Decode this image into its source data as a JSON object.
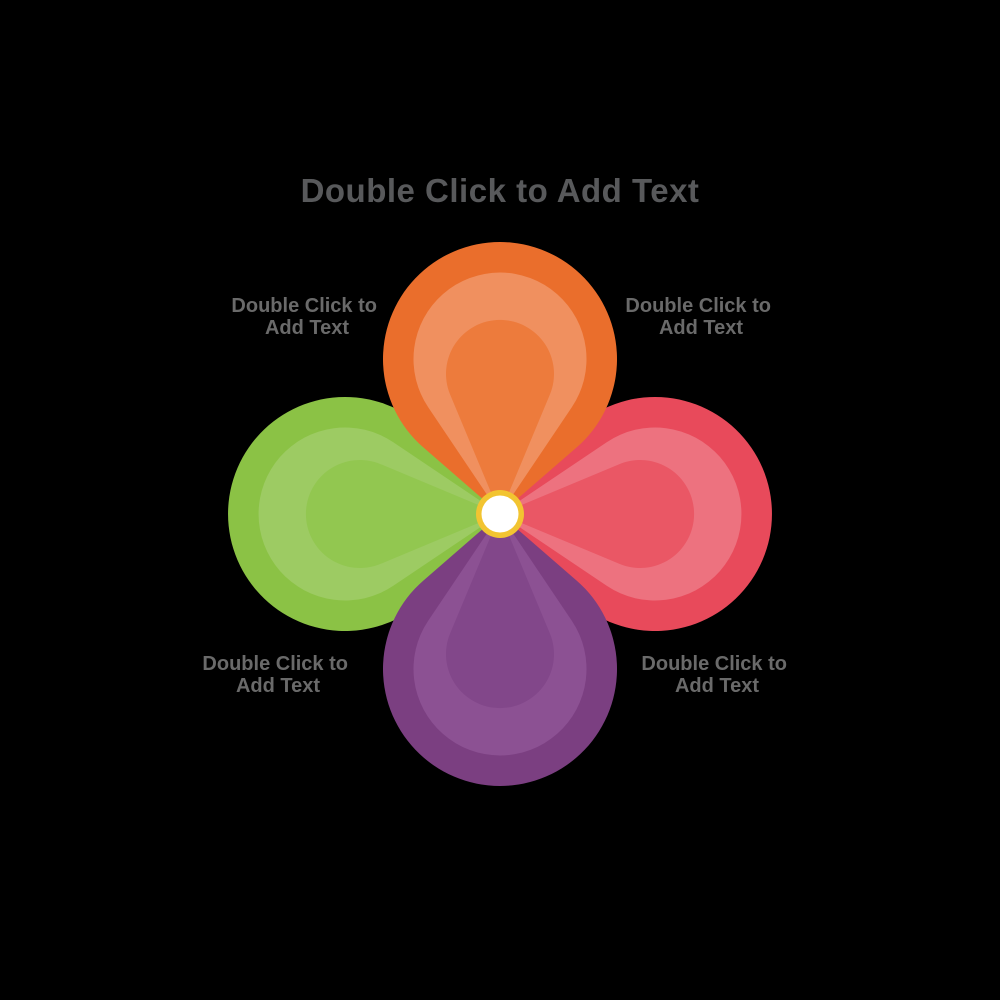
{
  "canvas": {
    "background": "#000000"
  },
  "title": {
    "text": "Double Click to Add Text",
    "color": "#58595B"
  },
  "label_style": {
    "color": "#6A6A6A"
  },
  "center_badge": {
    "ring_color": "#F2C431",
    "fill_color": "#FFFFFF"
  },
  "petals": [
    {
      "position": "left",
      "colors": {
        "outer": "#8BC245",
        "band": "#9DCB63",
        "inner": "#92C750"
      }
    },
    {
      "position": "right",
      "colors": {
        "outer": "#E84A5B",
        "band": "#ED727F",
        "inner": "#EA5765"
      }
    },
    {
      "position": "top",
      "colors": {
        "outer": "#EA6E2C",
        "band": "#F0905F",
        "inner": "#ED7B3C"
      }
    },
    {
      "position": "bottom",
      "colors": {
        "outer": "#7B3F81",
        "band": "#8C5193",
        "inner": "#82478A"
      }
    }
  ],
  "labels": [
    {
      "position": "top-left",
      "line1": "Double Click to",
      "line2": "Add Text"
    },
    {
      "position": "top-right",
      "line1": "Double Click to",
      "line2": "Add Text"
    },
    {
      "position": "bottom-left",
      "line1": "Double Click to",
      "line2": "Add Text"
    },
    {
      "position": "bottom-right",
      "line1": "Double Click to",
      "line2": "Add Text"
    }
  ]
}
